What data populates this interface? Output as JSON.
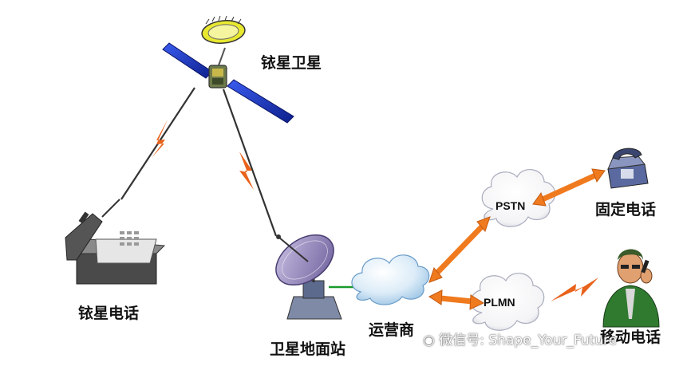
{
  "nodes": {
    "satellite": {
      "label": "铱星卫星"
    },
    "sat_phone": {
      "label": "铱星电话"
    },
    "ground_station": {
      "label": "卫星地面站"
    },
    "operator": {
      "label": "运营商"
    },
    "pstn": {
      "label": "PSTN"
    },
    "plmn": {
      "label": "PLMN"
    },
    "fixed_phone": {
      "label": "固定电话"
    },
    "mobile_phone": {
      "label": "移动电话"
    }
  },
  "watermark": {
    "text": "微信号: Shape_Your_Future"
  },
  "colors": {
    "arrow": "#f07a1e",
    "lightning": "#e8621a",
    "cloud": "#dcecf8",
    "panel": "#1c3fd0",
    "dish": "#8a7bb4",
    "link_green": "#1a9a2a"
  }
}
